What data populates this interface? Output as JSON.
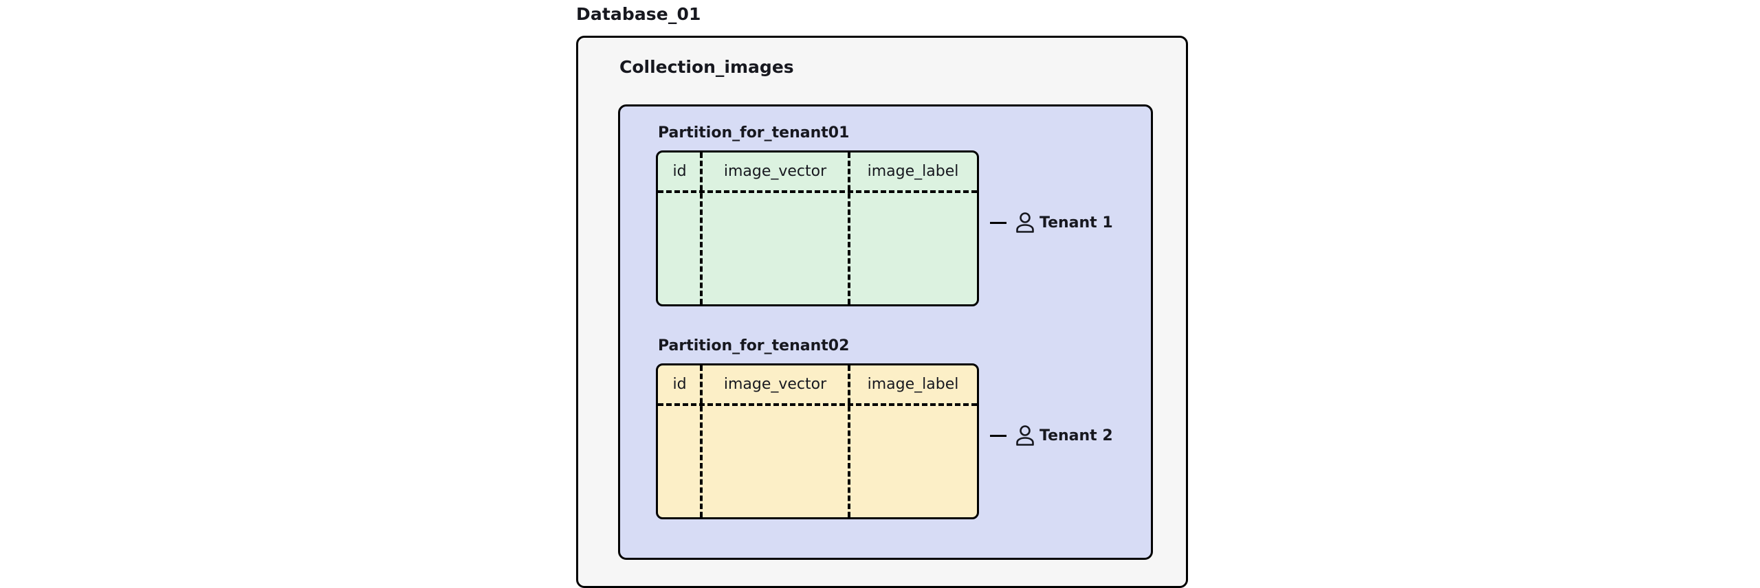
{
  "diagram": {
    "database_label": "Database_01",
    "collection_label": "Collection_images",
    "columns": [
      "id",
      "image_vector",
      "image_label"
    ],
    "colors": {
      "collection_fill": "#f6f6f6",
      "partitions_fill": "#d7dcf5",
      "partition01_table_fill": "#dcf2e0",
      "partition02_table_fill": "#fcefc7",
      "stroke": "#000000",
      "text": "#17181f"
    },
    "partitions": [
      {
        "label": "Partition_for_tenant01",
        "table": {
          "columns": [
            "id",
            "image_vector",
            "image_label"
          ],
          "rows": []
        },
        "tenant": {
          "icon": "person-icon",
          "name": "Tenant 1"
        }
      },
      {
        "label": "Partition_for_tenant02",
        "table": {
          "columns": [
            "id",
            "image_vector",
            "image_label"
          ],
          "rows": []
        },
        "tenant": {
          "icon": "person-icon",
          "name": "Tenant 2"
        }
      }
    ]
  }
}
